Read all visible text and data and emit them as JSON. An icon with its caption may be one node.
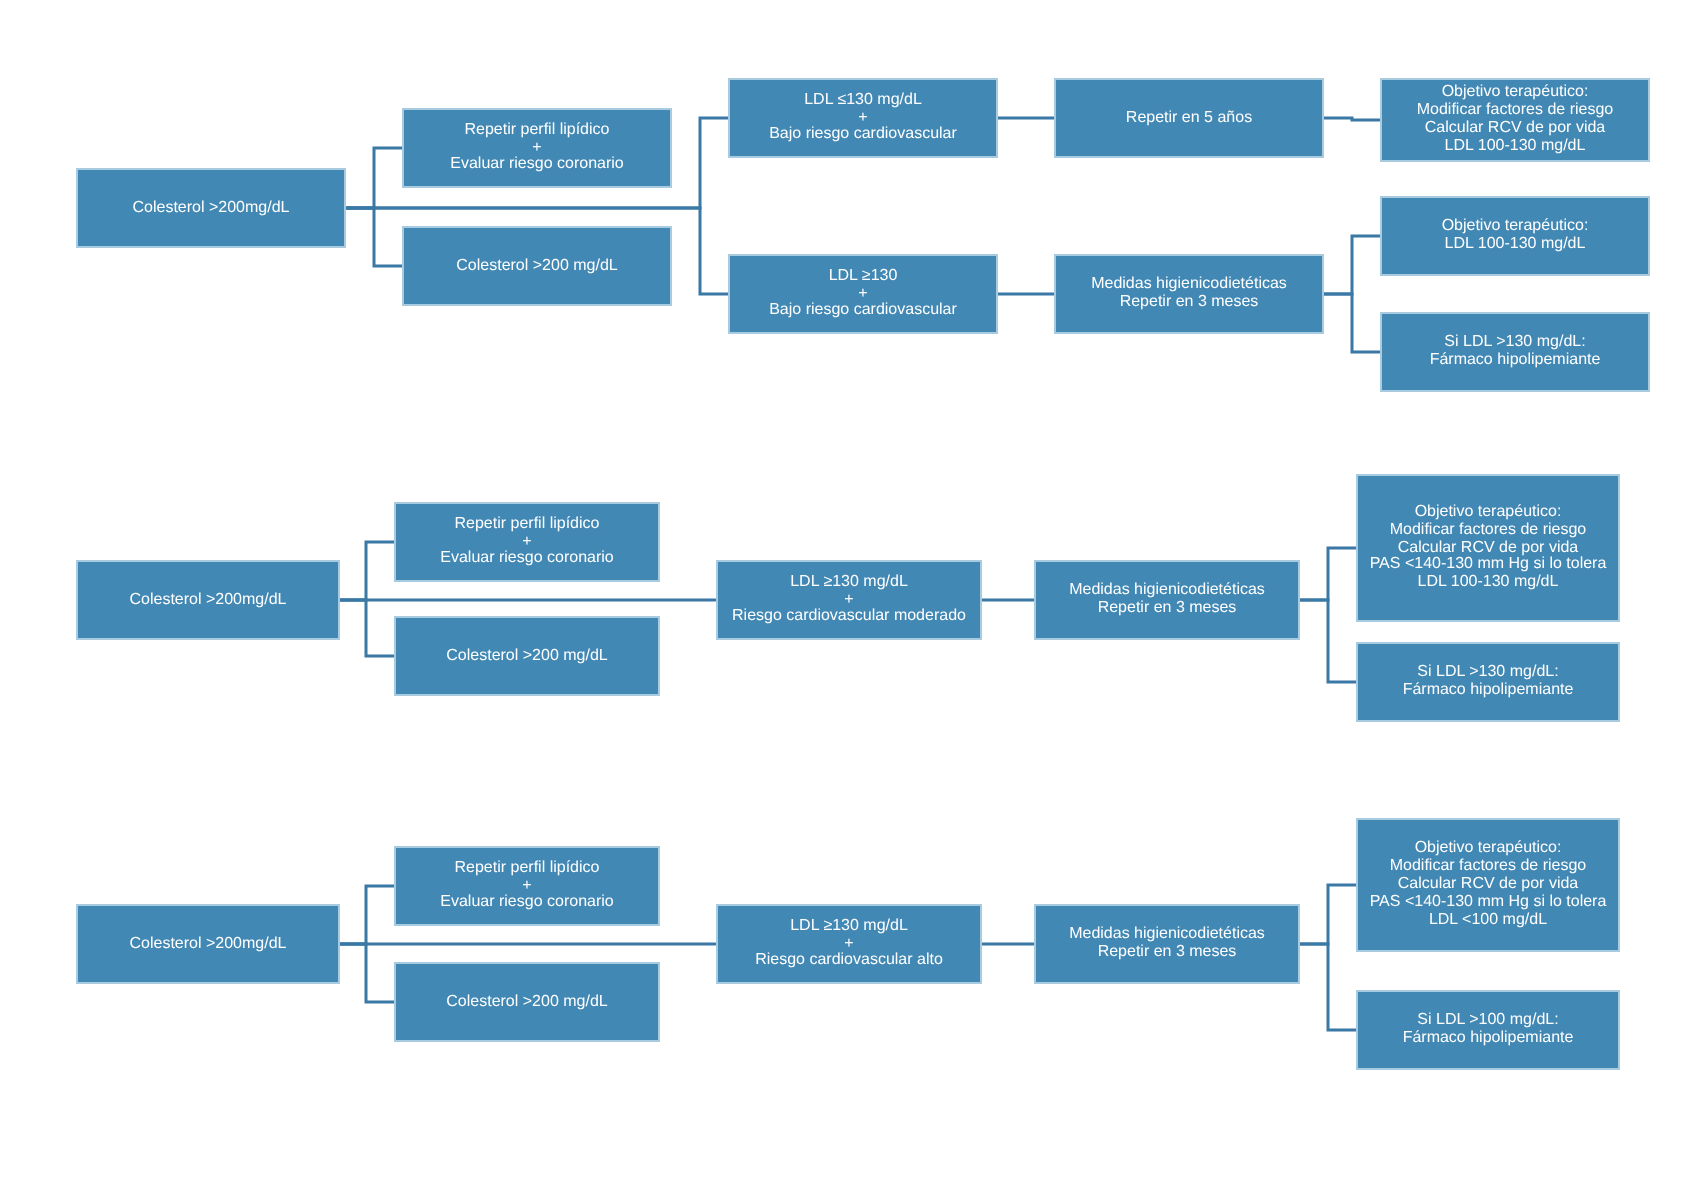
{
  "diagram": {
    "nodes": [
      {
        "text": [
          "Colesterol >200mg/dL"
        ]
      },
      {
        "text": [
          "Repetir perfil lipídico",
          "+",
          "Evaluar riesgo coronario"
        ]
      },
      {
        "text": [
          "Colesterol >200 mg/dL"
        ]
      },
      {
        "text": [
          "LDL ≤130 mg/dL",
          "+",
          "Bajo riesgo cardiovascular"
        ]
      },
      {
        "text": [
          "LDL ≥130",
          "+",
          "Bajo riesgo cardiovascular"
        ]
      },
      {
        "text": [
          "Repetir en 5 años"
        ]
      },
      {
        "text": [
          "Objetivo terapéutico:",
          "Modificar factores de riesgo",
          "Calcular RCV de por vida",
          "LDL 100-130 mg/dL"
        ]
      },
      {
        "text": [
          "Medidas higienicodietéticas",
          "Repetir en 3 meses"
        ]
      },
      {
        "text": [
          "Objetivo terapéutico:",
          "LDL 100-130 mg/dL"
        ]
      },
      {
        "text": [
          "Si LDL >130 mg/dL:",
          "Fármaco hipolipemiante"
        ]
      },
      {
        "text": [
          "Colesterol >200mg/dL"
        ]
      },
      {
        "text": [
          "Repetir perfil lipídico",
          "+",
          "Evaluar riesgo coronario"
        ]
      },
      {
        "text": [
          "Colesterol >200 mg/dL"
        ]
      },
      {
        "text": [
          "LDL ≥130 mg/dL",
          "+",
          "Riesgo cardiovascular moderado"
        ]
      },
      {
        "text": [
          "Medidas higienicodietéticas",
          "Repetir en 3 meses"
        ]
      },
      {
        "text": [
          "Objetivo terapéutico:",
          "Modificar factores de riesgo",
          "Calcular RCV de por vida",
          "PAS <140-130 mm Hg si lo tolera",
          "LDL 100-130 mg/dL"
        ]
      },
      {
        "text": [
          "Si LDL >130 mg/dL:",
          "Fármaco hipolipemiante"
        ]
      },
      {
        "text": [
          "Colesterol >200mg/dL"
        ]
      },
      {
        "text": [
          "Repetir perfil lipídico",
          "+",
          "Evaluar riesgo coronario"
        ]
      },
      {
        "text": [
          "Colesterol >200 mg/dL"
        ]
      },
      {
        "text": [
          "LDL ≥130 mg/dL",
          "+",
          "Riesgo cardiovascular alto"
        ]
      },
      {
        "text": [
          "Medidas higienicodietéticas",
          "Repetir en 3 meses"
        ]
      },
      {
        "text": [
          "Objetivo terapéutico:",
          "Modificar factores de riesgo",
          "Calcular RCV de por vida",
          "PAS <140-130 mm Hg si lo tolera",
          "LDL <100 mg/dL"
        ]
      },
      {
        "text": [
          "Si LDL >100 mg/dL:",
          "Fármaco hipolipemiante"
        ]
      }
    ],
    "edges": [
      {
        "from": 0,
        "to": 1,
        "arrow": "none"
      },
      {
        "from": 0,
        "to": 2,
        "arrow": "none"
      },
      {
        "from": 0,
        "to": 3,
        "arrow": "none"
      },
      {
        "from": 0,
        "to": 4,
        "arrow": "none"
      },
      {
        "from": 3,
        "to": 5,
        "arrow": "none"
      },
      {
        "from": 5,
        "to": 6,
        "arrow": "none"
      },
      {
        "from": 4,
        "to": 7,
        "arrow": "none"
      },
      {
        "from": 7,
        "to": 8,
        "arrow": "none"
      },
      {
        "from": 7,
        "to": 9,
        "arrow": "none"
      },
      {
        "from": 10,
        "to": 11,
        "arrow": "none"
      },
      {
        "from": 10,
        "to": 12,
        "arrow": "none"
      },
      {
        "from": 10,
        "to": 13,
        "arrow": "none"
      },
      {
        "from": 13,
        "to": 14,
        "arrow": "none"
      },
      {
        "from": 14,
        "to": 15,
        "arrow": "none"
      },
      {
        "from": 14,
        "to": 16,
        "arrow": "none"
      },
      {
        "from": 17,
        "to": 18,
        "arrow": "none"
      },
      {
        "from": 17,
        "to": 19,
        "arrow": "none"
      },
      {
        "from": 17,
        "to": 20,
        "arrow": "none"
      },
      {
        "from": 20,
        "to": 21,
        "arrow": "none"
      },
      {
        "from": 21,
        "to": 22,
        "arrow": "none"
      },
      {
        "from": 21,
        "to": 23,
        "arrow": "none"
      }
    ]
  }
}
